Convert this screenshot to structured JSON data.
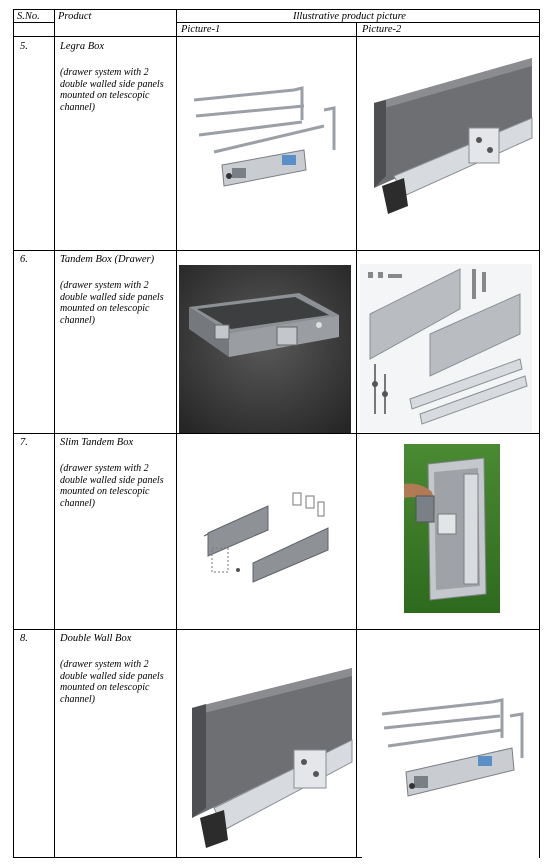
{
  "table": {
    "headers": {
      "sno": "S.No.",
      "product": "Product",
      "illustrative": "Illustrative product picture",
      "picture1": "Picture-1",
      "picture2": "Picture-2"
    },
    "rows": [
      {
        "sno": "5.",
        "name": "Legra Box",
        "description": "(drawer system with 2 double walled side panels mounted on telescopic channel)",
        "picture1_icon": "open-drawer-frame-image",
        "picture2_icon": "drawer-panel-image"
      },
      {
        "sno": "6.",
        "name": "Tandem Box (Drawer)",
        "description": "(drawer system with 2 double walled side panels mounted on telescopic channel)",
        "picture1_icon": "assembled-drawer-image",
        "picture2_icon": "drawer-parts-image"
      },
      {
        "sno": "7.",
        "name": "Slim Tandem Box",
        "description": "(drawer system with 2 double walled side panels mounted on telescopic channel)",
        "picture1_icon": "exploded-drawer-image",
        "picture2_icon": "drawer-on-grass-image"
      },
      {
        "sno": "8.",
        "name": "Double Wall Box",
        "description": "(drawer system with 2 double walled side panels mounted on telescopic channel)",
        "picture1_icon": "drawer-panel-image",
        "picture2_icon": "open-drawer-frame-image"
      }
    ]
  },
  "colors": {
    "panel_gray": "#6d6f72",
    "metal_light": "#c9ccd0",
    "dark_bg": "#3a3a3a",
    "grass_green": "#3f7d2a"
  }
}
